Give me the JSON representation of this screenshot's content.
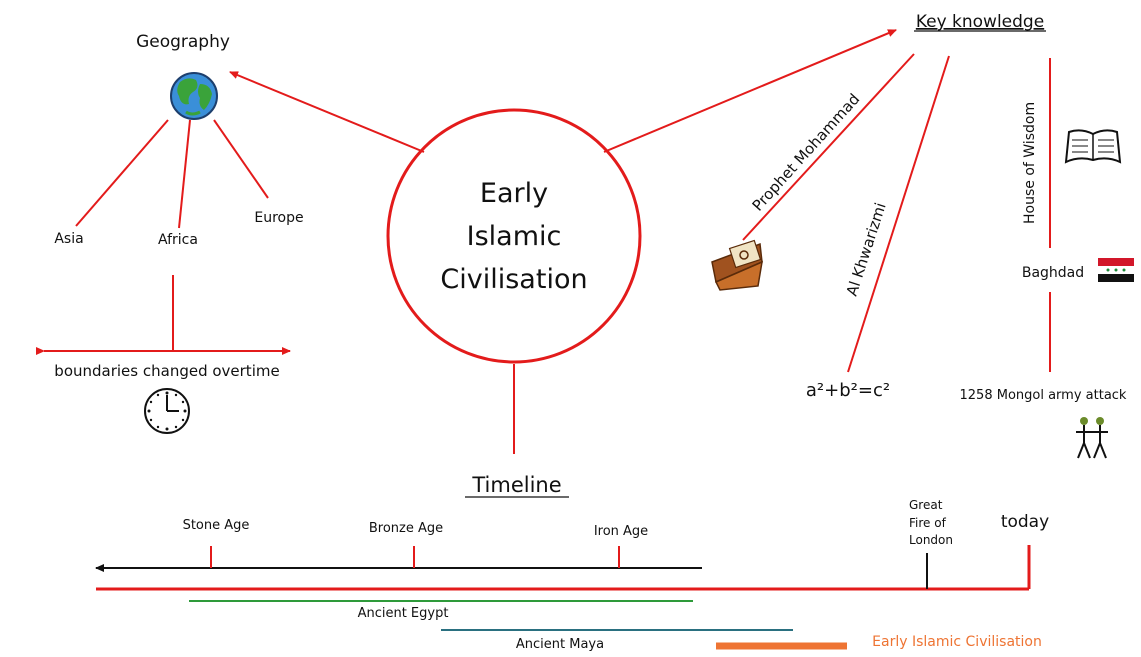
{
  "title": {
    "line1": "Early",
    "line2": "Islamic",
    "line3": "Civilisation"
  },
  "geography": {
    "heading": "Geography",
    "asia": "Asia",
    "africa": "Africa",
    "europe": "Europe",
    "boundaries": "boundaries changed overtime",
    "globe_icon": "globe-icon",
    "clock_icon": "clock-icon"
  },
  "key_knowledge": {
    "heading": "Key knowledge",
    "prophet": "Prophet Mohammad",
    "khwarizmi": "Al Khwarizmi",
    "formula": "a²+b²=c²",
    "house_of_wisdom": "House of Wisdom",
    "baghdad": "Baghdad",
    "mongol": "1258 Mongol army attack",
    "quran_icon": "quran-icon",
    "book_icon": "open-book-icon",
    "flag_icon": "iraq-flag-icon",
    "army_icon": "soldiers-icon"
  },
  "timeline": {
    "heading": "Timeline",
    "stone_age": "Stone Age",
    "bronze_age": "Bronze Age",
    "iron_age": "Iron Age",
    "great_fire_1": "Great",
    "great_fire_2": "Fire of",
    "great_fire_3": "London",
    "today": "today",
    "ancient_egypt": "Ancient Egypt",
    "ancient_maya": "Ancient Maya",
    "early_islamic": "Early Islamic Civilisation"
  },
  "colors": {
    "red": "#e31b1b",
    "egypt": "#2e9a3a",
    "maya": "#2a7080",
    "islamic": "#ee7433"
  }
}
